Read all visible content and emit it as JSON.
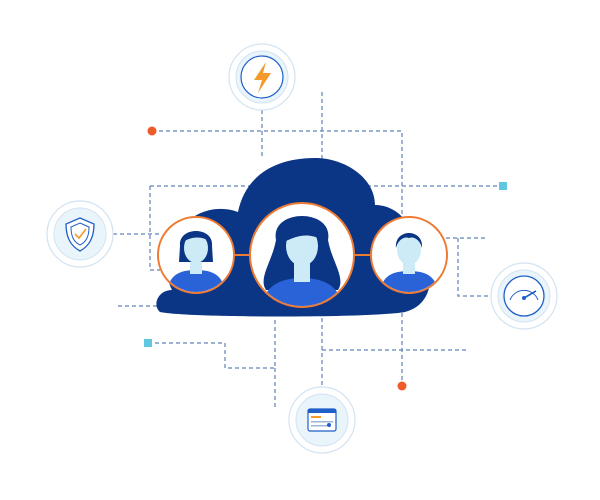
{
  "diagram": {
    "colors": {
      "cloud": "#0b3585",
      "avatar_ring": "#ee7b34",
      "avatar_bg": "#ffffff",
      "skin": "#cdebf7",
      "hair": "#0b3585",
      "shirt": "#2a62d8",
      "connector_line": "#5f83b8",
      "node_ring": "#d2e3f2",
      "node_fill": "#eaf4fb",
      "icon_blue": "#1f5fc8",
      "bolt": "#f39a2a",
      "dot_orange": "#ee5a2a",
      "square_cyan": "#5fc7e0"
    },
    "nodes": [
      {
        "name": "lightning-icon"
      },
      {
        "name": "shield-check-icon"
      },
      {
        "name": "speedometer-icon"
      },
      {
        "name": "dashboard-window-icon"
      }
    ],
    "avatars": [
      {
        "name": "avatar-woman-short-hair"
      },
      {
        "name": "avatar-woman-long-hair"
      },
      {
        "name": "avatar-man"
      }
    ]
  }
}
